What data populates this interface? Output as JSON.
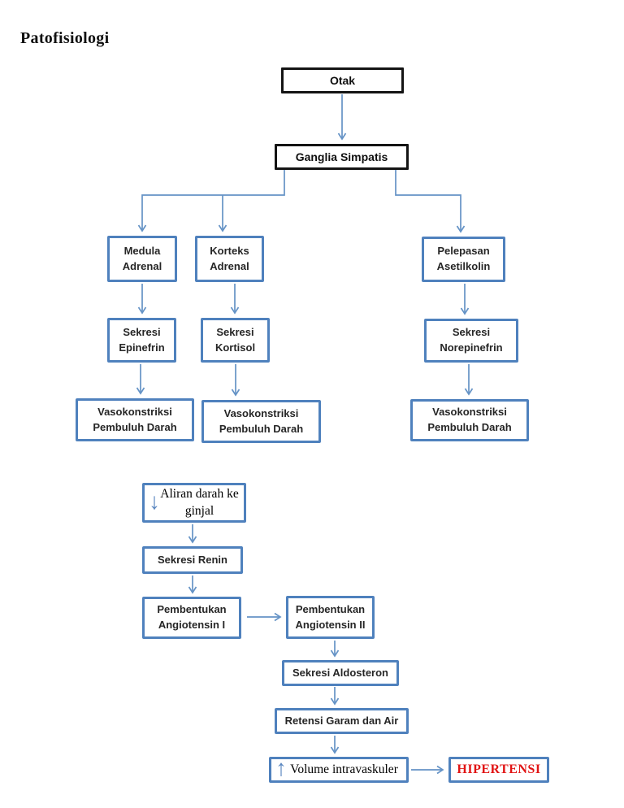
{
  "page": {
    "title": "Patofisiologi"
  },
  "colors": {
    "box_border_blue": "#4F81BD",
    "box_border_black": "#141414",
    "arrow_blue": "#6593C6",
    "label_text": "#262626",
    "hipertensi_red": "#E11414",
    "background": "#FFFFFF"
  },
  "nodes": {
    "otak": {
      "label": "Otak"
    },
    "ganglia_simpatis": {
      "label": "Ganglia Simpatis"
    },
    "medula_adrenal": {
      "label": "Medula Adrenal"
    },
    "korteks_adrenal": {
      "label": "Korteks Adrenal"
    },
    "pelepasan_asetilkolin": {
      "label": "Pelepasan Asetilkolin"
    },
    "sekresi_epinefrin": {
      "label": "Sekresi Epinefrin"
    },
    "sekresi_kortisol": {
      "label": "Sekresi Kortisol"
    },
    "sekresi_norepinefrin": {
      "label": "Sekresi Norepinefrin"
    },
    "vasokonstriksi_1": {
      "label": "Vasokonstriksi Pembuluh Darah"
    },
    "vasokonstriksi_2": {
      "label": "Vasokonstriksi Pembuluh Darah"
    },
    "vasokonstriksi_3": {
      "label": "Vasokonstriksi Pembuluh Darah"
    },
    "aliran_darah_ginjal": {
      "arrow": "↓",
      "label": "Aliran darah ke ginjal"
    },
    "sekresi_renin": {
      "label": "Sekresi Renin"
    },
    "pembentukan_angiotensin_1": {
      "label": "Pembentukan Angiotensin I"
    },
    "pembentukan_angiotensin_2": {
      "label": "Pembentukan Angiotensin II"
    },
    "sekresi_aldosteron": {
      "label": "Sekresi Aldosteron"
    },
    "retensi_garam_air": {
      "label": "Retensi Garam dan Air"
    },
    "volume_intravaskuler": {
      "arrow": "↑",
      "label": "Volume intravaskuler"
    },
    "hipertensi": {
      "label": "HIPERTENSI"
    }
  }
}
